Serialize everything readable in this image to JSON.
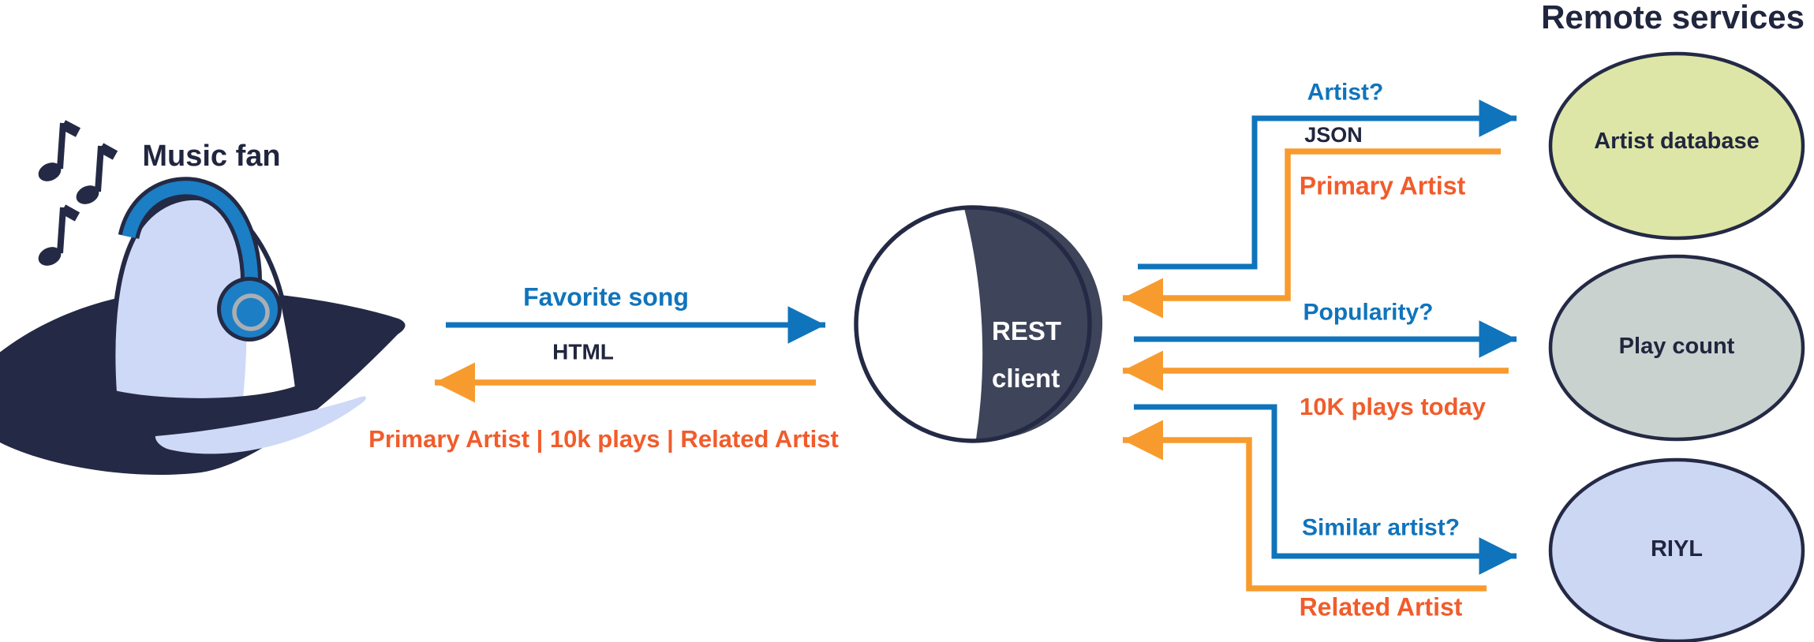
{
  "palette": {
    "navy": "#242a45",
    "navy-text": "#21263f",
    "rest-dark": "#3e4459",
    "blue": "#1074bc",
    "headphone-blue": "#1c7ec5",
    "orange-arrow": "#f89b2e",
    "orange-text": "#f15c2b",
    "head-fill": "#cdd9f7",
    "artist-db-fill": "#dde6a6",
    "play-count-fill": "#c9d2ce",
    "riyl-fill": "#ccd7f4",
    "ring-gray": "#abaeb2"
  },
  "music_fan": {
    "title": "Music fan"
  },
  "remote_services": {
    "title": "Remote services"
  },
  "rest_client": {
    "line1": "REST",
    "line2": "client"
  },
  "client_request": {
    "label": "Favorite song",
    "format": "HTML"
  },
  "client_response": {
    "label": "Primary Artist | 10k plays | Related Artist"
  },
  "flows": [
    {
      "question": "Artist?",
      "format": "JSON",
      "answer": "Primary Artist",
      "service": "Artist database"
    },
    {
      "question": "Popularity?",
      "answer": "10K plays today",
      "service": "Play count"
    },
    {
      "question": "Similar artist?",
      "answer": "Related Artist",
      "service": "RIYL"
    }
  ]
}
